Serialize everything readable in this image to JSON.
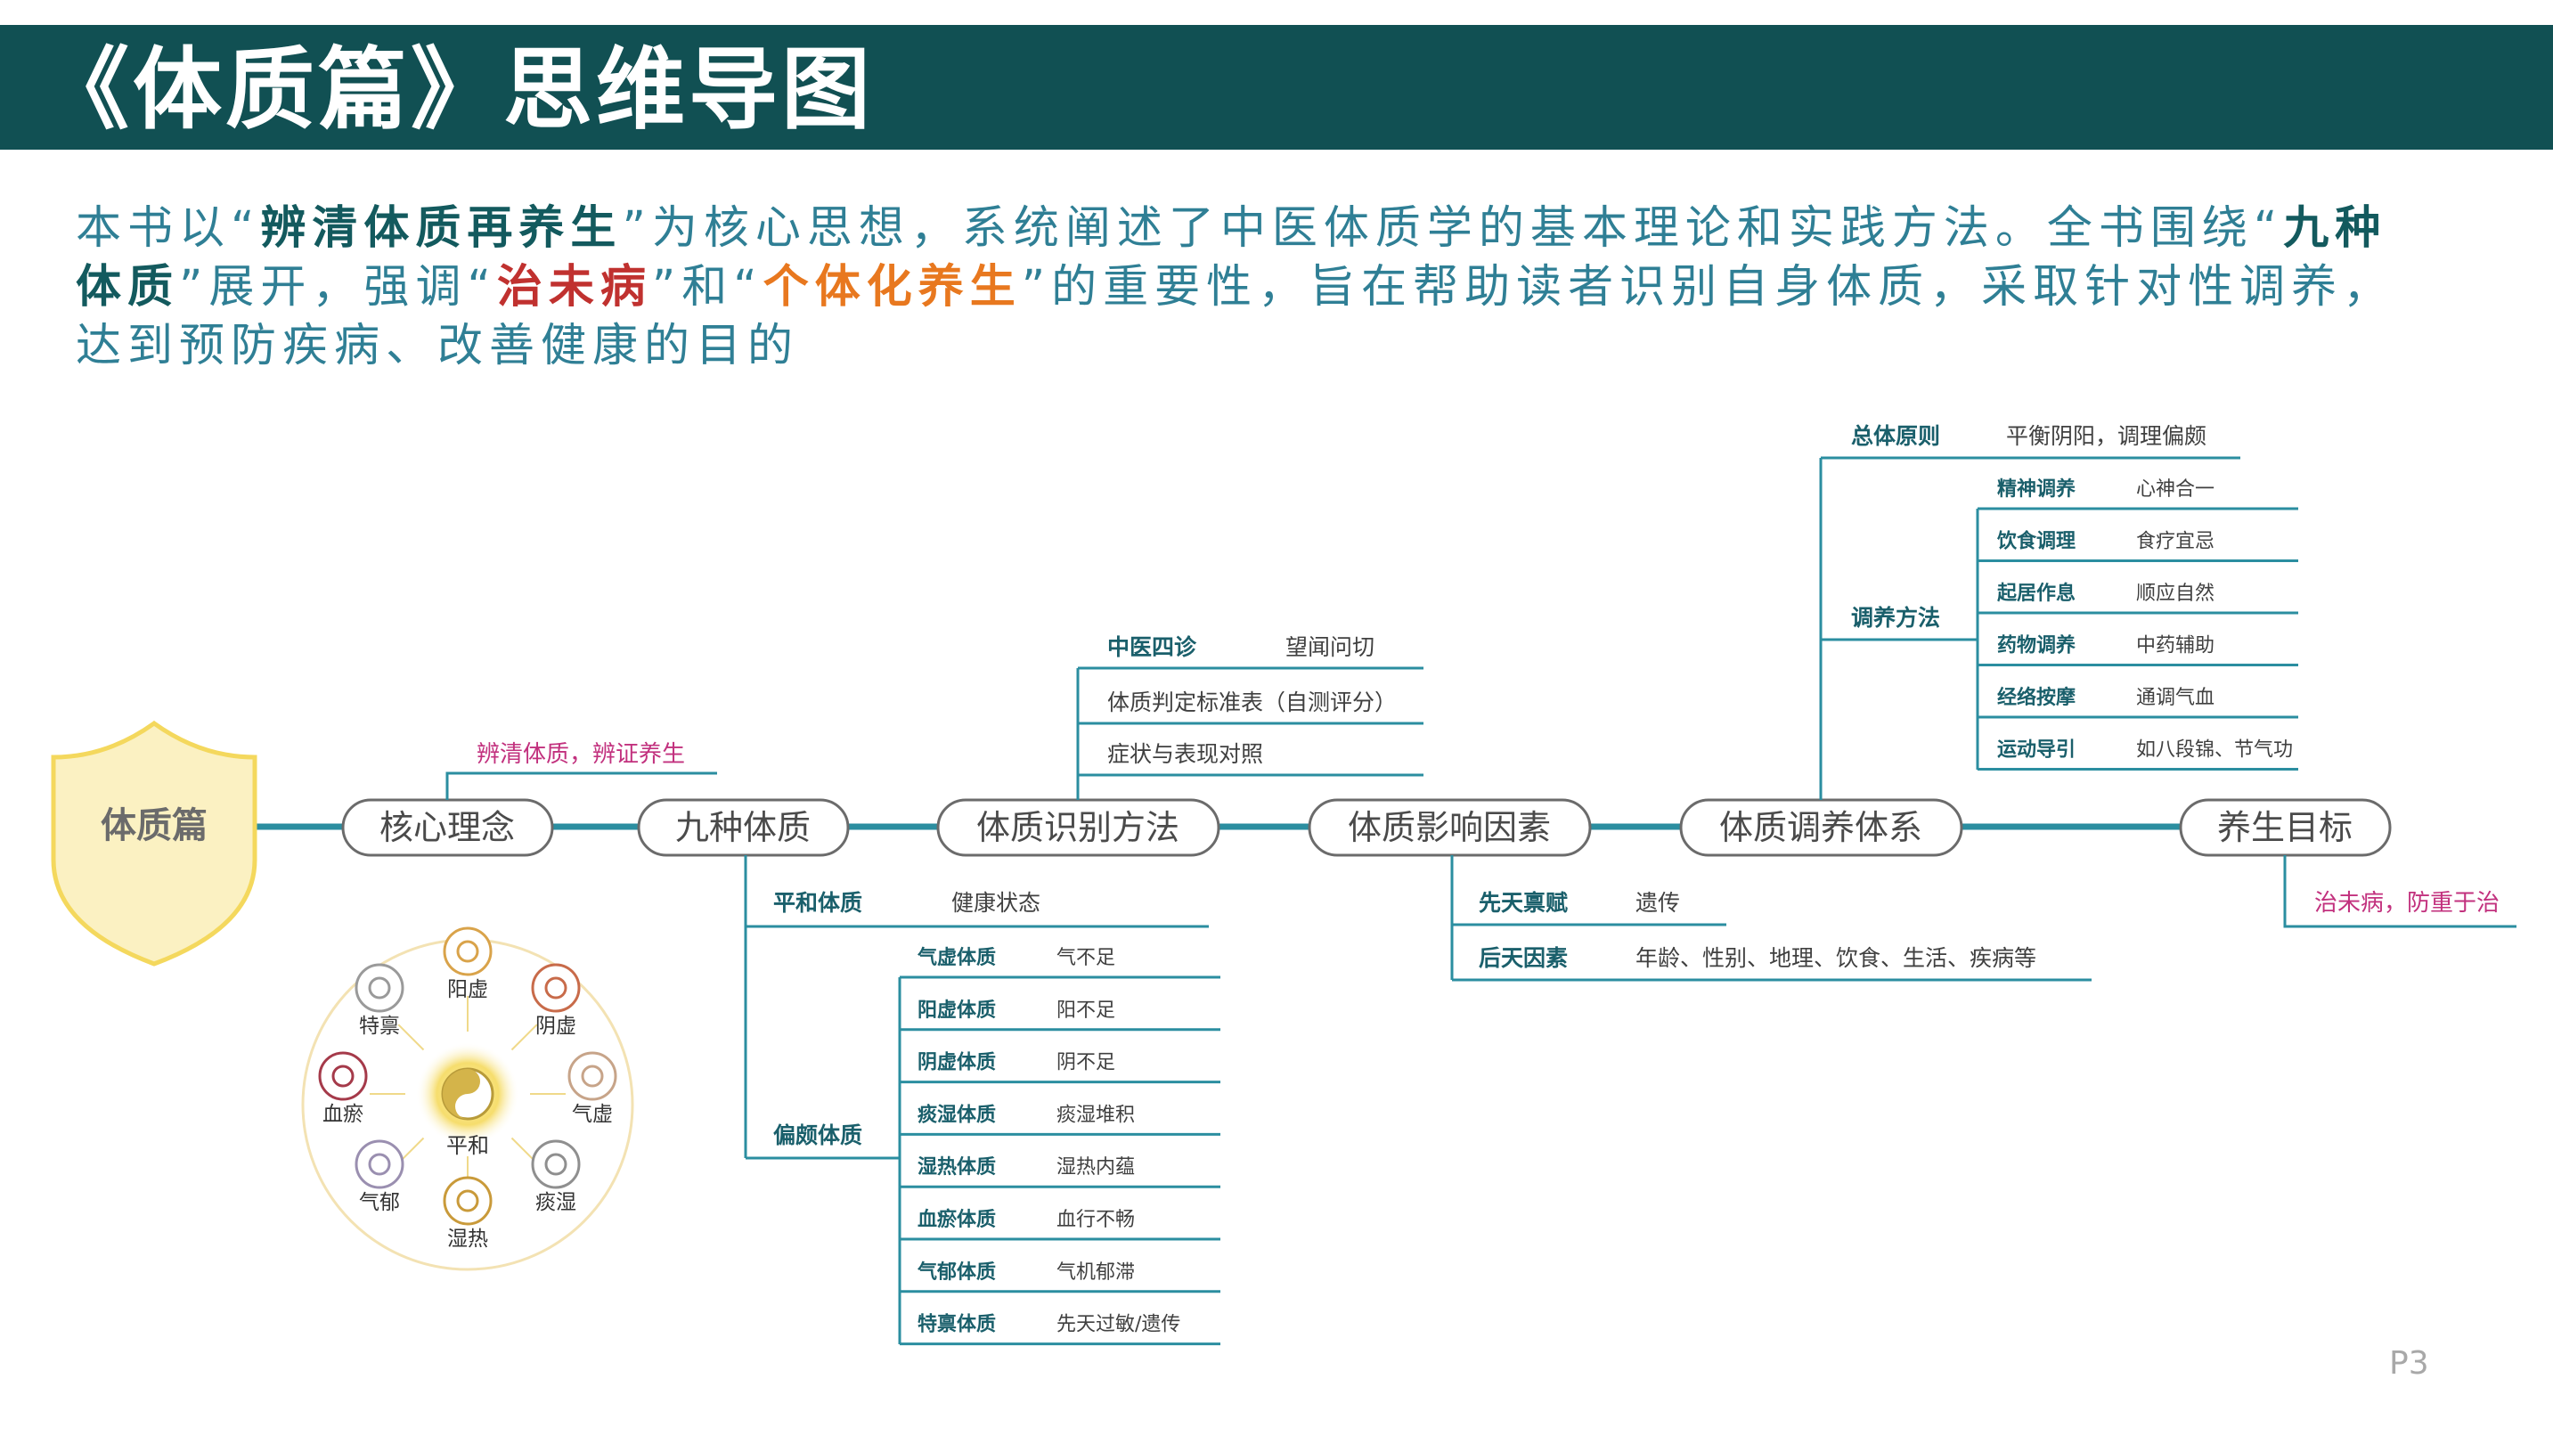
{
  "header": {
    "title": "《体质篇》思维导图"
  },
  "intro": {
    "p1": "本书以“",
    "h1": "辨清体质再养生",
    "p2": "”为核心思想，系统阐述了中医体质学的基本理论和实践方法。全书围绕“",
    "h2": "九种体质",
    "p3": "”展开，强调“",
    "h3": "治未病",
    "p4": "”和“",
    "h4": "个体化养生",
    "p5": "”的重要性，旨在帮助读者识别自身体质，采取针对性调养，达到预防疾病、改善健康的目的"
  },
  "root": {
    "label": "体质篇"
  },
  "main_nodes": [
    "核心理念",
    "九种体质",
    "体质识别方法",
    "体质影响因素",
    "体质调养体系",
    "养生目标"
  ],
  "core_idea": {
    "note": "辨清体质，辨证养生"
  },
  "nine_types": {
    "balanced": {
      "label": "平和体质",
      "desc": "健康状态"
    },
    "biased": {
      "label": "偏颇体质",
      "items": [
        {
          "type": "气虚体质",
          "desc": "气不足"
        },
        {
          "type": "阳虚体质",
          "desc": "阳不足"
        },
        {
          "type": "阴虚体质",
          "desc": "阴不足"
        },
        {
          "type": "痰湿体质",
          "desc": "痰湿堆积"
        },
        {
          "type": "湿热体质",
          "desc": "湿热内蕴"
        },
        {
          "type": "血瘀体质",
          "desc": "血行不畅"
        },
        {
          "type": "气郁体质",
          "desc": "气机郁滞"
        },
        {
          "type": "特禀体质",
          "desc": "先天过敏/遗传"
        }
      ]
    }
  },
  "identify": {
    "items": [
      {
        "label": "中医四诊",
        "desc": "望闻问切"
      },
      {
        "label": "体质判定标准表（自测评分）"
      },
      {
        "label": "症状与表现对照"
      }
    ]
  },
  "factors": {
    "items": [
      {
        "label": "先天禀赋",
        "desc": "遗传"
      },
      {
        "label": "后天因素",
        "desc": "年龄、性别、地理、饮食、生活、疾病等"
      }
    ]
  },
  "regimen": {
    "principle": {
      "label": "总体原则",
      "desc": "平衡阴阳，调理偏颇"
    },
    "methods": {
      "label": "调养方法",
      "items": [
        {
          "label": "精神调养",
          "desc": "心神合一"
        },
        {
          "label": "饮食调理",
          "desc": "食疗宜忌"
        },
        {
          "label": "起居作息",
          "desc": "顺应自然"
        },
        {
          "label": "药物调养",
          "desc": "中药辅助"
        },
        {
          "label": "经络按摩",
          "desc": "通调气血"
        },
        {
          "label": "运动导引",
          "desc": "如八段锦、节气功"
        }
      ]
    }
  },
  "goal": {
    "note": "治未病，防重于治"
  },
  "wheel": {
    "center": "平和",
    "items": [
      "阳虚",
      "阴虚",
      "气虚",
      "痰湿",
      "湿热",
      "气郁",
      "血瘀",
      "特禀"
    ]
  },
  "colors": {
    "header": "#115053",
    "line": "#2b8ea0",
    "highlight": "#c0312f",
    "accent": "#e8781f",
    "node_text": "#1a5f6b"
  },
  "page_number": "P3"
}
